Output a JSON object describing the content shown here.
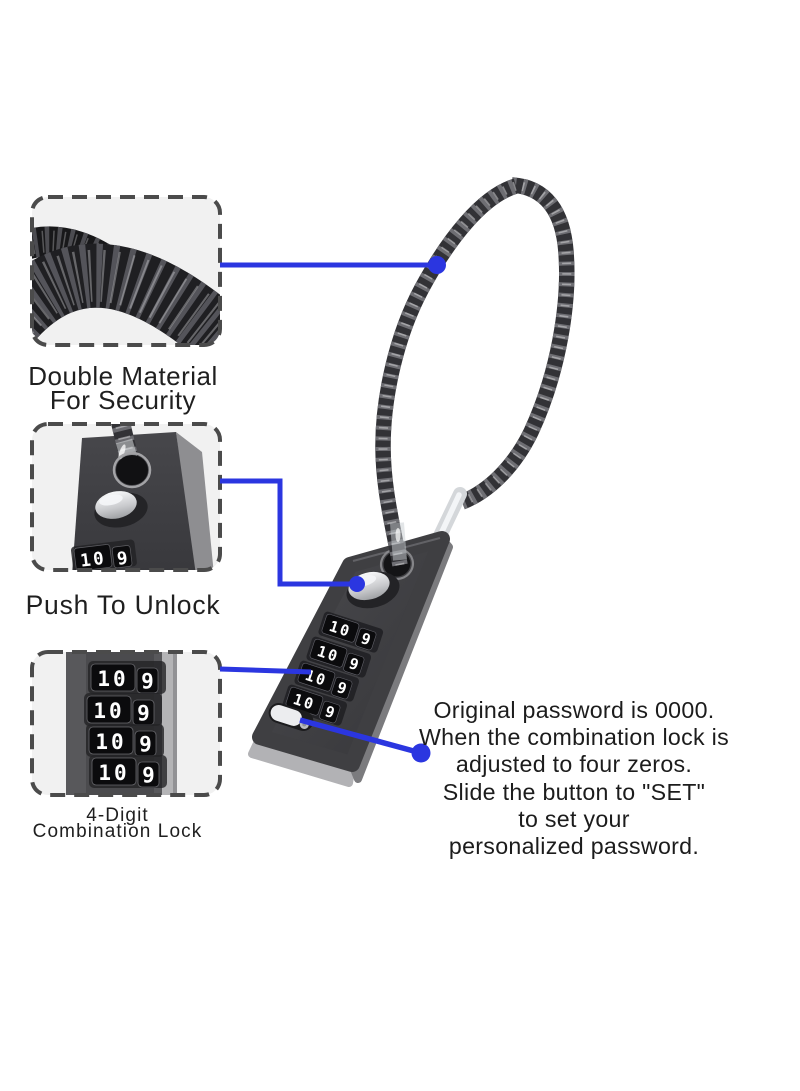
{
  "colors": {
    "background": "#ffffff",
    "accent_blue": "#2b36e0",
    "callout_border": "#4b4b4b",
    "callout_bg": "#f1f1f1",
    "lock_body": "#3f3f42",
    "lock_side_light": "#b2b2b5",
    "cable_dark": "#2e2e31",
    "digit_tile": "#0b0b0d",
    "digit_text": "#ffffff",
    "text": "#1f1f1f"
  },
  "callouts": {
    "cable": {
      "label_line1": "Double Material",
      "label_line2": "For Security"
    },
    "push": {
      "label": "Push To Unlock"
    },
    "digits": {
      "label_line1": "4-Digit",
      "label_line2": "Combination Lock"
    }
  },
  "instructions": {
    "lines": [
      "Original password is 0000.",
      "When the combination lock is",
      "adjusted to four zeros.",
      "Slide the button to \"SET\"",
      "to set your",
      "personalized password."
    ]
  },
  "lock": {
    "wheel_rows": [
      [
        "10",
        "9"
      ],
      [
        "10",
        "9"
      ],
      [
        "10",
        "9"
      ],
      [
        "10",
        "9"
      ]
    ],
    "macro_wheel_rows": [
      [
        "10",
        "9"
      ],
      [
        "10",
        "9"
      ],
      [
        "10",
        "9"
      ],
      [
        "10",
        "9"
      ]
    ],
    "macro_top_row": [
      "10",
      "9"
    ]
  }
}
